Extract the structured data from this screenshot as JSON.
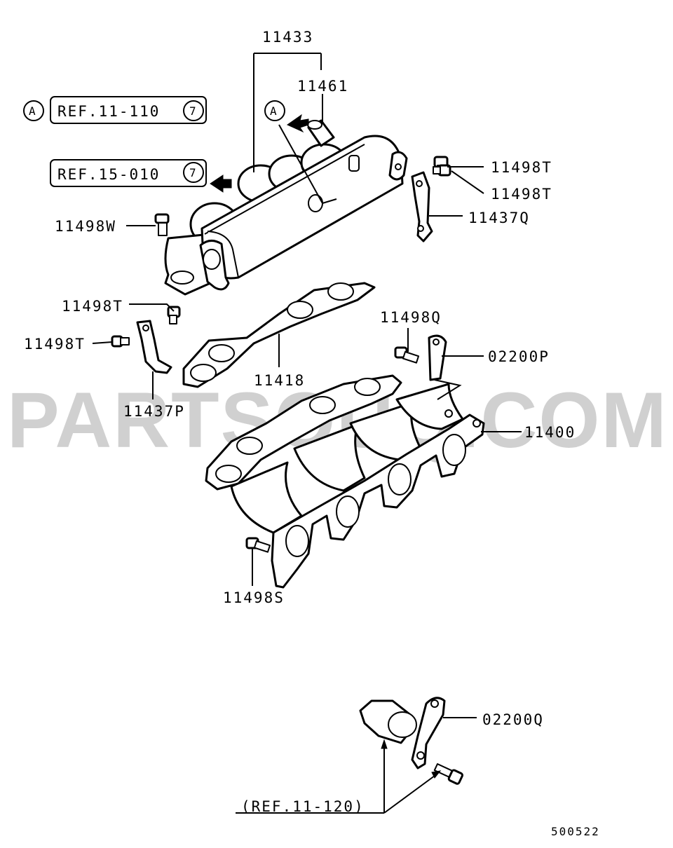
{
  "watermark": "PARTSOUQ.COM",
  "ref_boxes": [
    {
      "marker": "A",
      "text": "REF.11-110",
      "circled": "7"
    },
    {
      "marker": "",
      "text": "REF.15-010",
      "circled": "7"
    }
  ],
  "view_marker": "A",
  "callouts": {
    "c11433": "11433",
    "c11461": "11461",
    "c11498T_a": "11498T",
    "c11498T_b": "11498T",
    "c11437Q": "11437Q",
    "c11498W": "11498W",
    "c11498T_c": "11498T",
    "c11498T_d": "11498T",
    "c11418": "11418",
    "c11498Q": "11498Q",
    "c02200P": "02200P",
    "c11437P": "11437P",
    "c11400": "11400",
    "c11498S": "11498S",
    "c02200Q": "02200Q",
    "ref_11_120": "(REF.11-120)"
  },
  "figure_code": "500522"
}
